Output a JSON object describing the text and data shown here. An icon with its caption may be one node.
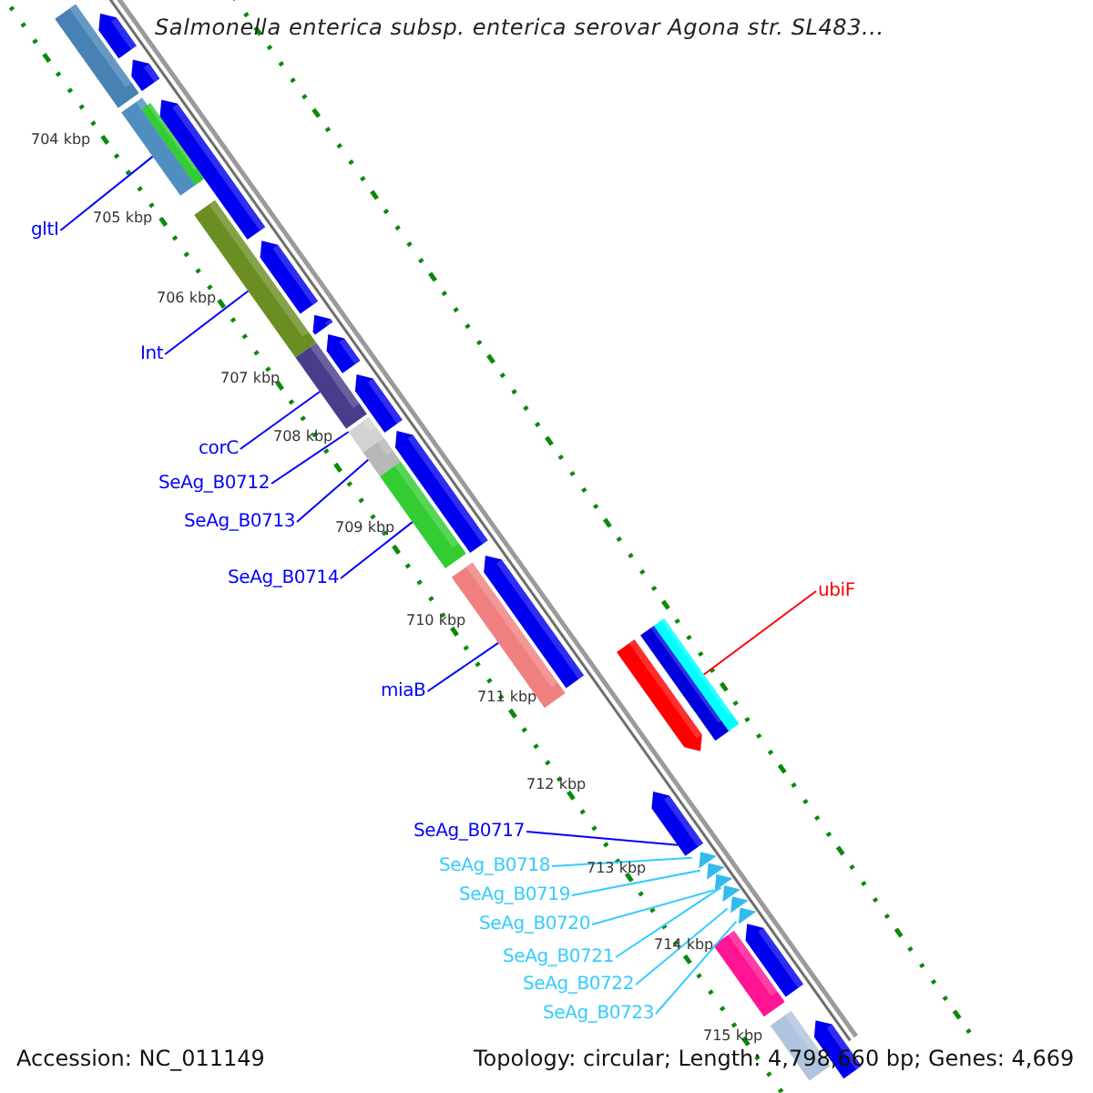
{
  "diagram": {
    "title": "Salmonella enterica subsp. enterica serovar Agona str. SL483...",
    "nodes": [
      {
        "text": [
          "gltI"
        ]
      },
      {
        "text": [
          "Int"
        ]
      },
      {
        "text": [
          "corC"
        ]
      },
      {
        "text": [
          "SeAg_B0712"
        ]
      },
      {
        "text": [
          "SeAg_B0713"
        ]
      },
      {
        "text": [
          "SeAg_B0714"
        ]
      },
      {
        "text": [
          "miaB"
        ]
      },
      {
        "text": [
          "ubiF"
        ]
      },
      {
        "text": [
          "SeAg_B0717"
        ]
      },
      {
        "text": [
          "SeAg_B0718"
        ]
      },
      {
        "text": [
          "SeAg_B0719"
        ]
      },
      {
        "text": [
          "SeAg_B0720"
        ]
      },
      {
        "text": [
          "SeAg_B0721"
        ]
      },
      {
        "text": [
          "SeAg_B0722"
        ]
      },
      {
        "text": [
          "SeAg_B0723"
        ]
      },
      {
        "text": [],
        "shape": "bar"
      },
      {
        "text": [],
        "shape": "bar"
      },
      {
        "text": [],
        "shape": "bar"
      },
      {
        "text": [],
        "shape": "bar"
      },
      {
        "text": [],
        "shape": "bar"
      },
      {
        "text": [],
        "shape": "bar"
      },
      {
        "text": [],
        "shape": "bar"
      },
      {
        "text": [],
        "shape": "bar"
      },
      {
        "text": [],
        "shape": "pentagon"
      },
      {
        "text": [],
        "shape": "triangle"
      },
      {
        "text": [],
        "shape": "triangle"
      },
      {
        "text": [],
        "shape": "triangle"
      },
      {
        "text": [],
        "shape": "triangle"
      },
      {
        "text": [],
        "shape": "triangle"
      },
      {
        "text": [],
        "shape": "triangle"
      },
      {
        "text": [],
        "shape": "pentagon"
      },
      {
        "text": [],
        "shape": "pentagon"
      },
      {
        "text": [],
        "shape": "pentagon"
      },
      {
        "text": [],
        "shape": "pentagon"
      },
      {
        "text": [],
        "shape": "pentagon"
      },
      {
        "text": [],
        "shape": "pentagon"
      },
      {
        "text": [],
        "shape": "pentagon"
      },
      {
        "text": [],
        "shape": "pentagon"
      },
      {
        "text": [],
        "shape": "pentagon"
      },
      {
        "text": [],
        "shape": "pentagon"
      },
      {
        "text": [],
        "shape": "pentagon"
      },
      {
        "text": [],
        "shape": "bar"
      },
      {
        "text": [],
        "shape": "bar"
      },
      {
        "text": [],
        "shape": "bar"
      },
      {
        "text": [],
        "shape": "pentagon"
      }
    ],
    "edges": [
      {
        "from": 0,
        "to": 15,
        "arrow": "none"
      },
      {
        "from": 1,
        "to": 16,
        "arrow": "none"
      },
      {
        "from": 2,
        "to": 17,
        "arrow": "none"
      },
      {
        "from": 3,
        "to": 18,
        "arrow": "none"
      },
      {
        "from": 4,
        "to": 19,
        "arrow": "none"
      },
      {
        "from": 5,
        "to": 20,
        "arrow": "none"
      },
      {
        "from": 6,
        "to": 21,
        "arrow": "none"
      },
      {
        "from": 7,
        "to": 22,
        "arrow": "none",
        "color": "#ff0000"
      },
      {
        "from": 8,
        "to": 23,
        "arrow": "none"
      },
      {
        "from": 9,
        "to": 24,
        "arrow": "none",
        "color": "#33ccff"
      },
      {
        "from": 10,
        "to": 25,
        "arrow": "none",
        "color": "#33ccff"
      },
      {
        "from": 11,
        "to": 26,
        "arrow": "none",
        "color": "#33ccff"
      },
      {
        "from": 12,
        "to": 27,
        "arrow": "none",
        "color": "#33ccff"
      },
      {
        "from": 13,
        "to": 28,
        "arrow": "none",
        "color": "#33ccff"
      },
      {
        "from": 14,
        "to": 29,
        "arrow": "none",
        "color": "#33ccff"
      }
    ],
    "labels": [
      "704 kbp",
      "705 kbp",
      "706 kbp",
      "707 kbp",
      "708 kbp",
      "709 kbp",
      "710 kbp",
      "711 kbp",
      "712 kbp",
      "713 kbp",
      "714 kbp",
      "715 kbp",
      "Accession: NC_011149",
      "Topology: circular; Length: 4,798,660 bp; Genes: 4,669"
    ]
  }
}
